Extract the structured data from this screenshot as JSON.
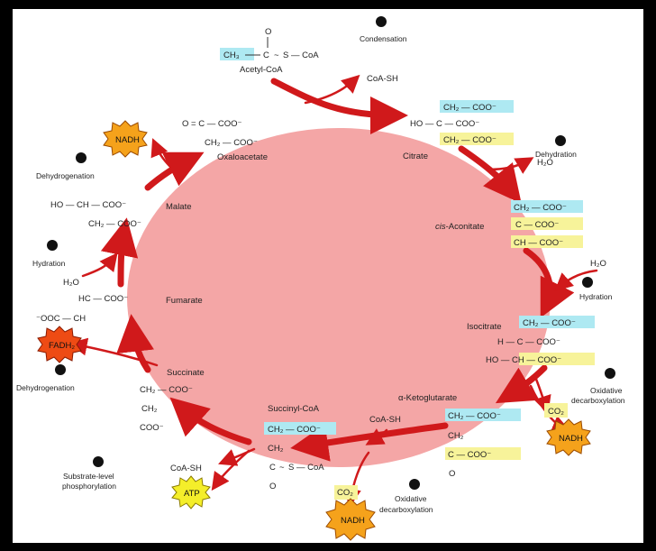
{
  "colors": {
    "cycle_fill": "#f4a6a6",
    "arrow": "#d0191b",
    "highlight_blue": "#aee9f2",
    "highlight_yellow": "#f7f39a",
    "nadh_star": "#f5a21b",
    "fadh_star": "#ee4b14",
    "atp_star": "#f4ee2a",
    "step_dot": "#111111"
  },
  "compounds": {
    "acetyl_coa": "Acetyl-CoA",
    "citrate": "Citrate",
    "cis_aconitate_prefix": "cis",
    "cis_aconitate_rest": "-Aconitate",
    "isocitrate": "Isocitrate",
    "alpha_ketoglutarate": "α-Ketoglutarate",
    "succinyl_coa": "Succinyl-CoA",
    "succinate": "Succinate",
    "fumarate": "Fumarate",
    "malate": "Malate",
    "oxaloacetate": "Oxaloacetate"
  },
  "side_products": {
    "coash_top": "CoA-SH",
    "coash_mid": "CoA-SH",
    "coash_bottom": "CoA-SH",
    "h2o_dehydration": "H₂O",
    "h2o_hydration_right": "H₂O",
    "h2o_hydration_left": "H₂O",
    "co2_right": "CO₂",
    "co2_bottom": "CO₂"
  },
  "cofactors": {
    "nadh_top": "NADH",
    "nadh_right": "NADH",
    "nadh_bottom": "NADH",
    "fadh2": "FADH₂",
    "atp": "ATP"
  },
  "steps": {
    "condensation": "Condensation",
    "dehydration": "Dehydration",
    "hydration_right": "Hydration",
    "oxidative_decarb_right_1": "Oxidative",
    "oxidative_decarb_right_2": "decarboxylation",
    "oxidative_decarb_bottom_1": "Oxidative",
    "oxidative_decarb_bottom_2": "decarboxylation",
    "substrate_level_1": "Substrate-level",
    "substrate_level_2": "phosphorylation",
    "dehydrogenation_left": "Dehydrogenation",
    "hydration_left": "Hydration",
    "dehydrogenation_top": "Dehydrogenation"
  },
  "formulas": {
    "acetyl_ch3": "CH₃",
    "acetyl_c": "C",
    "acetyl_o": "O",
    "acetyl_scoa": "S — CoA",
    "cit_1": "CH₂ — COO⁻",
    "cit_2": "HO — C — COO⁻",
    "cit_3": "CH₂ — COO⁻",
    "aco_1": "CH₂ — COO⁻",
    "aco_2": "C — COO⁻",
    "aco_3": "CH — COO⁻",
    "iso_1": "CH₂ — COO⁻",
    "iso_2": "H — C — COO⁻",
    "iso_3": "HO — CH — COO⁻",
    "akg_1": "CH₂ — COO⁻",
    "akg_2": "CH₂",
    "akg_3": "C — COO⁻",
    "akg_o": "O",
    "scoa_1": "CH₂ — COO⁻",
    "scoa_2": "CH₂",
    "scoa_3": "C",
    "scoa_o": "O",
    "scoa_s": "S — CoA",
    "suc_1": "CH₂ — COO⁻",
    "suc_2": "CH₂",
    "suc_3": "COO⁻",
    "fum_1": "HC — COO⁻",
    "fum_2": "⁻OOC — CH",
    "mal_1": "HO — CH — COO⁻",
    "mal_2": "CH₂ — COO⁻",
    "oaa_1": "O = C — COO⁻",
    "oaa_2": "CH₂ — COO⁻"
  }
}
